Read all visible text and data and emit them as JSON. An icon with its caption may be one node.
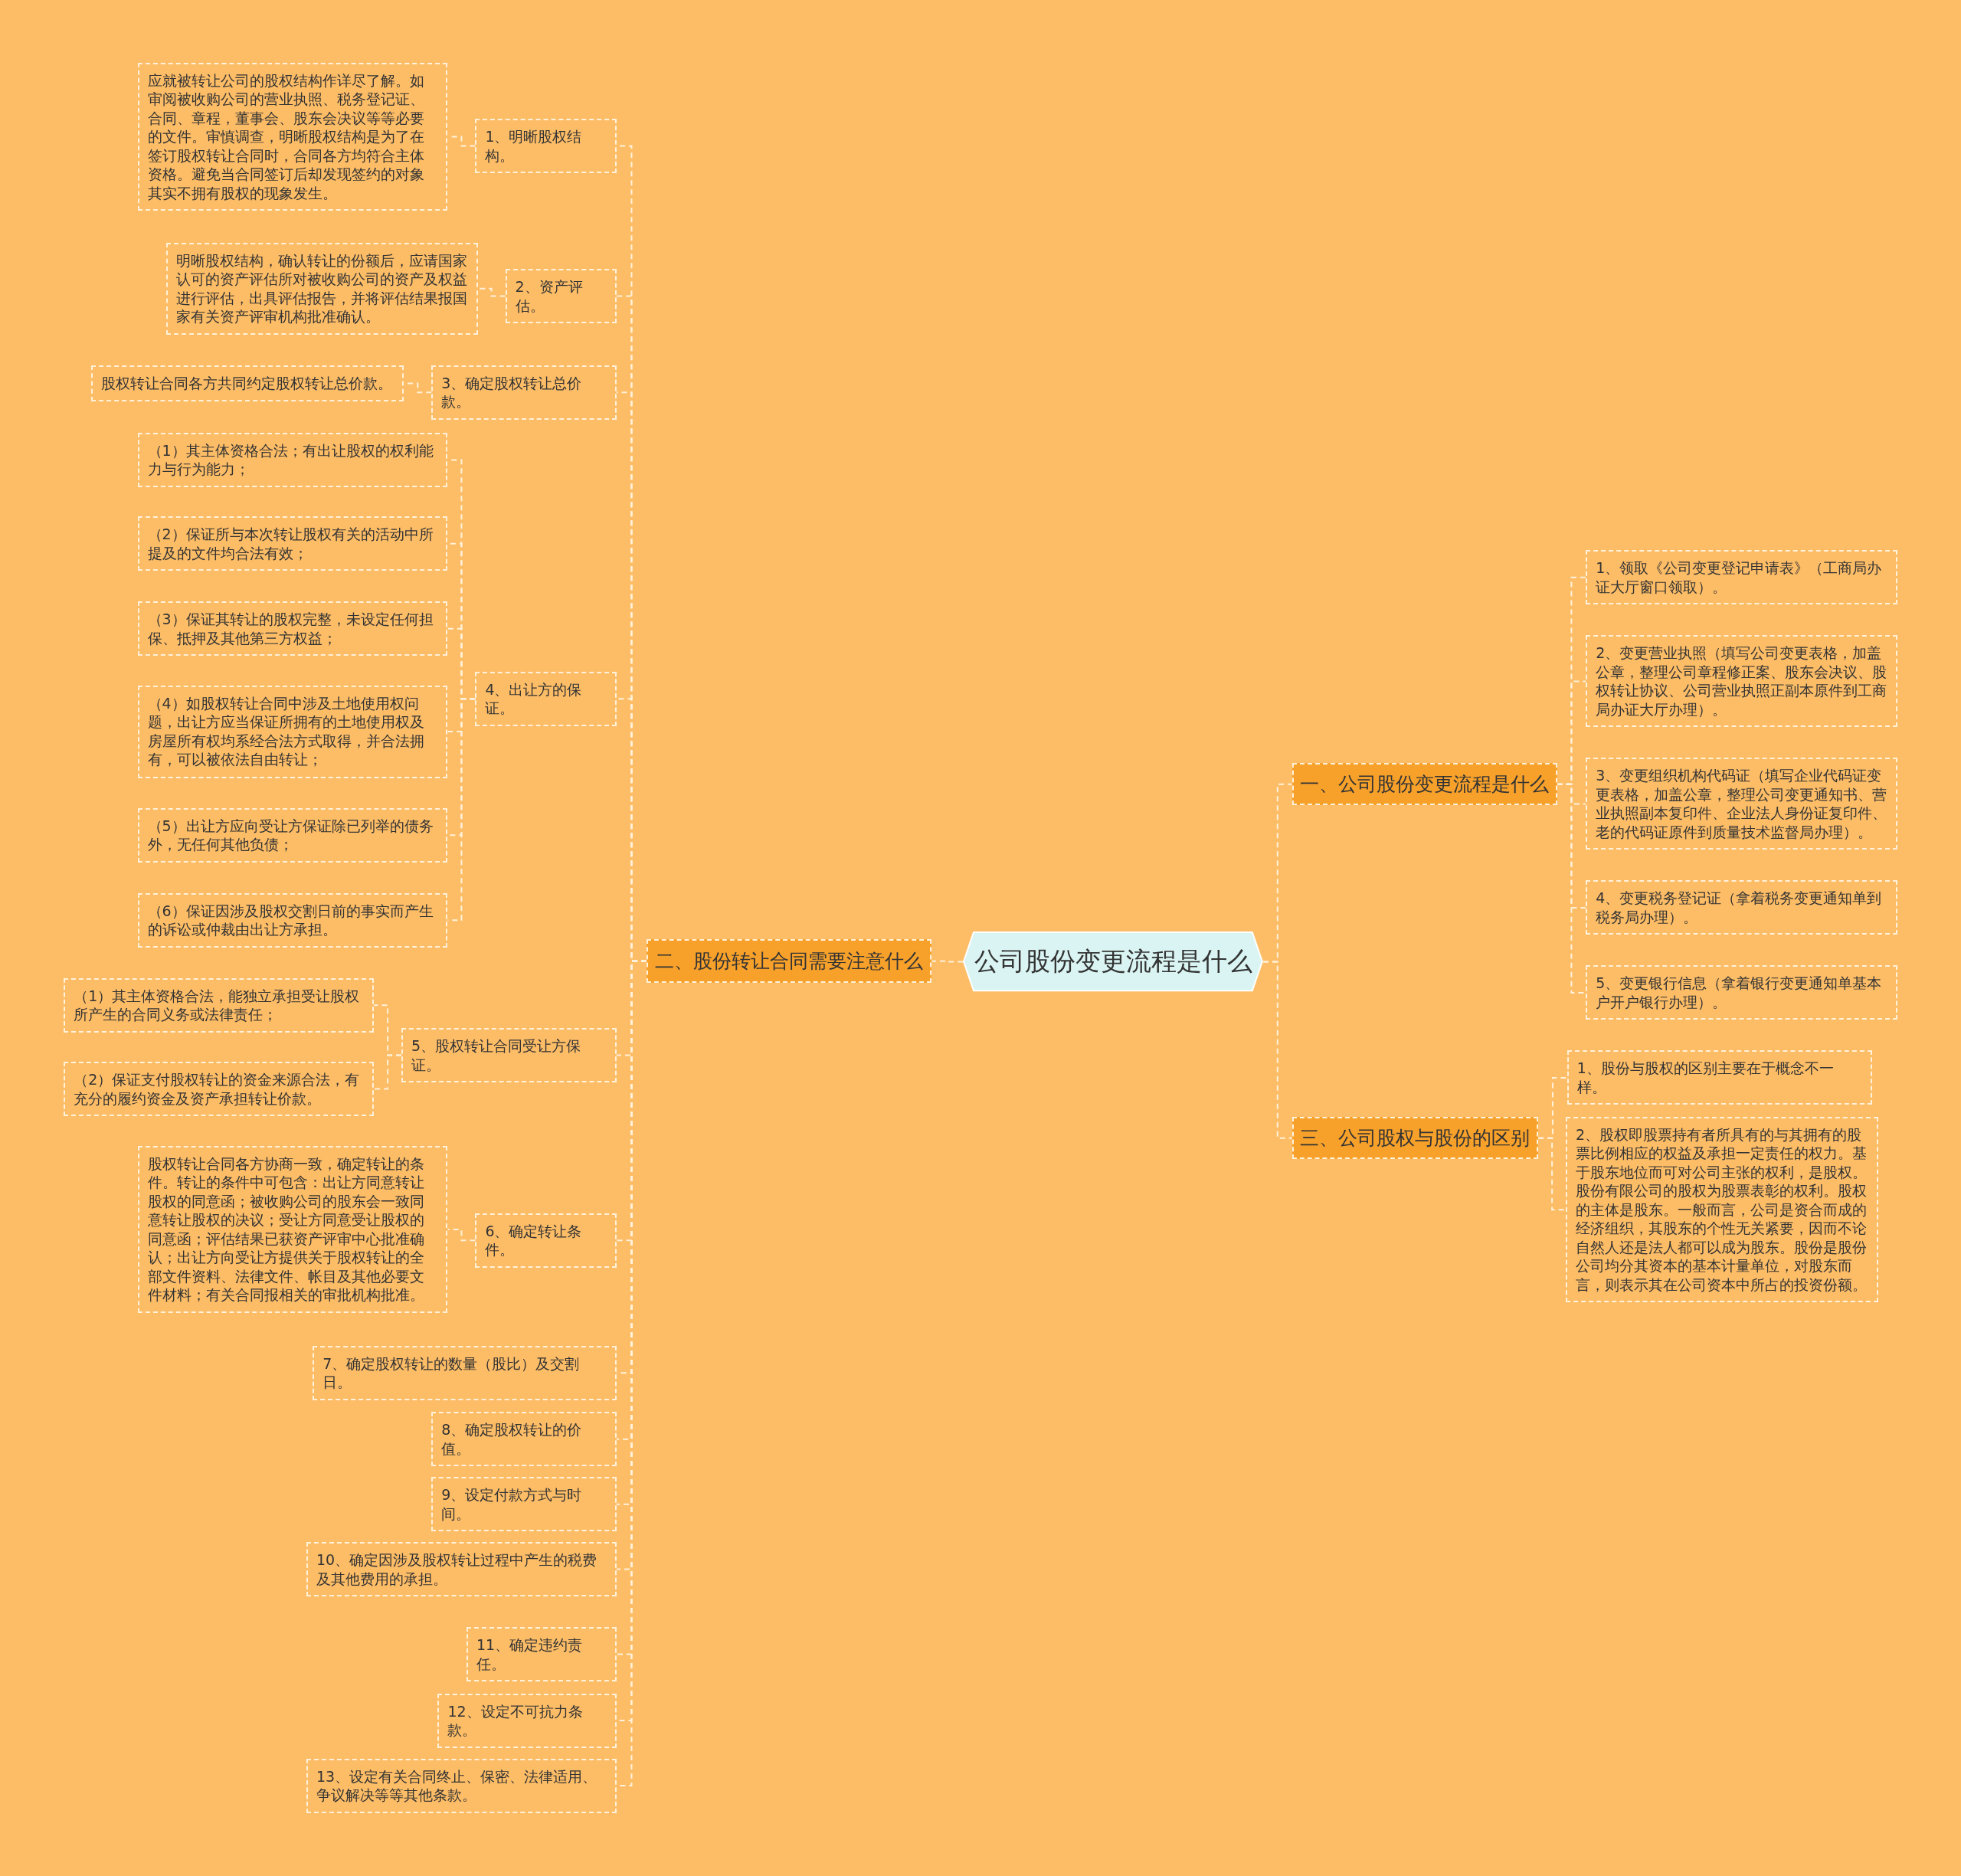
{
  "diagram": {
    "nodes": [
      {
        "text": [
          "公司股份变更流程是什么"
        ]
      },
      {
        "text": [
          "一、公司股份变更流程是什么"
        ]
      },
      {
        "text": [
          "1、领取《公司变更登记申请表》（工商局办证大厅窗口领取）。"
        ]
      },
      {
        "text": [
          "2、变更营业执照（填写公司变更表格，加盖公章，整理公司章程修正案、股东会决议、股权转让协议、公司营业执照正副本原件到工商局办证大厅办理）。"
        ]
      },
      {
        "text": [
          "3、变更组织机构代码证（填写企业代码证变更表格，加盖公章，整理公司变更通知书、营业执照副本复印件、企业法人身份证复印件、老的代码证原件到质量技术监督局办理）。"
        ]
      },
      {
        "text": [
          "4、变更税务登记证（拿着税务变更通知单到税务局办理）。"
        ]
      },
      {
        "text": [
          "5、变更银行信息（拿着银行变更通知单基本户开户银行办理）。"
        ]
      },
      {
        "text": [
          "二、股份转让合同需要注意什么"
        ]
      },
      {
        "text": [
          "1、明晰股权结构。"
        ]
      },
      {
        "text": [
          "应就被转让公司的股权结构作详尽了解。如审阅被收购公司的营业执照、税务登记证、合同、章程，董事会、股东会决议等等必要的文件。审慎调查，明晰股权结构是为了在签订股权转让合同时，合同各方均符合主体资格。避免当合同签订后却发现签约的对象其实不拥有股权的现象发生。"
        ]
      },
      {
        "text": [
          "2、资产评估。"
        ]
      },
      {
        "text": [
          "明晰股权结构，确认转让的份额后，应请国家认可的资产评估所对被收购公司的资产及权益进行评估，出具评估报告，并将评估结果报国家有关资产评审机构批准确认。"
        ]
      },
      {
        "text": [
          "3、确定股权转让总价款。"
        ]
      },
      {
        "text": [
          "股权转让合同各方共同约定股权转让总价款。"
        ]
      },
      {
        "text": [
          "4、出让方的保证。"
        ]
      },
      {
        "text": [
          "（1）其主体资格合法；有出让股权的权利能力与行为能力；"
        ]
      },
      {
        "text": [
          "（2）保证所与本次转让股权有关的活动中所提及的文件均合法有效；"
        ]
      },
      {
        "text": [
          "（3）保证其转让的股权完整，未设定任何担保、抵押及其他第三方权益；"
        ]
      },
      {
        "text": [
          "（4）如股权转让合同中涉及土地使用权问题，出让方应当保证所拥有的土地使用权及房屋所有权均系经合法方式取得，并合法拥有，可以被依法自由转让；"
        ]
      },
      {
        "text": [
          "（5）出让方应向受让方保证除已列举的债务外，无任何其他负债；"
        ]
      },
      {
        "text": [
          "（6）保证因涉及股权交割日前的事实而产生的诉讼或仲裁由出让方承担。"
        ]
      },
      {
        "text": [
          "5、股权转让合同受让方保证。"
        ]
      },
      {
        "text": [
          "（1）其主体资格合法，能独立承担受让股权所产生的合同义务或法律责任；"
        ]
      },
      {
        "text": [
          "（2）保证支付股权转让的资金来源合法，有充分的履约资金及资产承担转让价款。"
        ]
      },
      {
        "text": [
          "6、确定转让条件。"
        ]
      },
      {
        "text": [
          "股权转让合同各方协商一致，确定转让的条件。转让的条件中可包含：出让方同意转让股权的同意函；被收购公司的股东会一致同意转让股权的决议；受让方同意受让股权的同意函；评估结果已获资产评审中心批准确认；出让方向受让方提供关于股权转让的全部文件资料、法律文件、帐目及其他必要文件材料；有关合同报相关的审批机构批准。"
        ]
      },
      {
        "text": [
          "7、确定股权转让的数量（股比）及交割日。"
        ]
      },
      {
        "text": [
          "8、确定股权转让的价值。"
        ]
      },
      {
        "text": [
          "9、设定付款方式与时间。"
        ]
      },
      {
        "text": [
          "10、确定因涉及股权转让过程中产生的税费及其他费用的承担。"
        ]
      },
      {
        "text": [
          "11、确定违约责任。"
        ]
      },
      {
        "text": [
          "12、设定不可抗力条款。"
        ]
      },
      {
        "text": [
          "13、设定有关合同终止、保密、法律适用、争议解决等等其他条款。"
        ]
      },
      {
        "text": [
          "三、公司股权与股份的区别"
        ]
      },
      {
        "text": [
          "1、股份与股权的区别主要在于概念不一样。"
        ]
      },
      {
        "text": [
          "2、股权即股票持有者所具有的与其拥有的股票比例相应的权益及承担一定责任的权力。基于股东地位而可对公司主张的权利，是股权。股份有限公司的股权为股票表彰的权利。股权的主体是股东。一般而言，公司是资合而成的经济组织，其股东的个性无关紧要，因而不论自然人还是法人都可以成为股东。股份是股份公司均分其资本的基本计量单位，对股东而言，则表示其在公司资本中所占的投资份额。"
        ]
      }
    ],
    "edges": [
      {
        "from": 0,
        "to": 1,
        "arrow": "none"
      },
      {
        "from": 1,
        "to": 2,
        "arrow": "none"
      },
      {
        "from": 1,
        "to": 3,
        "arrow": "none"
      },
      {
        "from": 1,
        "to": 4,
        "arrow": "none"
      },
      {
        "from": 1,
        "to": 5,
        "arrow": "none"
      },
      {
        "from": 1,
        "to": 6,
        "arrow": "none"
      },
      {
        "from": 0,
        "to": 7,
        "arrow": "none"
      },
      {
        "from": 7,
        "to": 8,
        "arrow": "none"
      },
      {
        "from": 8,
        "to": 9,
        "arrow": "none"
      },
      {
        "from": 7,
        "to": 10,
        "arrow": "none"
      },
      {
        "from": 10,
        "to": 11,
        "arrow": "none"
      },
      {
        "from": 7,
        "to": 12,
        "arrow": "none"
      },
      {
        "from": 12,
        "to": 13,
        "arrow": "none"
      },
      {
        "from": 7,
        "to": 14,
        "arrow": "none"
      },
      {
        "from": 14,
        "to": 15,
        "arrow": "none"
      },
      {
        "from": 14,
        "to": 16,
        "arrow": "none"
      },
      {
        "from": 14,
        "to": 17,
        "arrow": "none"
      },
      {
        "from": 14,
        "to": 18,
        "arrow": "none"
      },
      {
        "from": 14,
        "to": 19,
        "arrow": "none"
      },
      {
        "from": 14,
        "to": 20,
        "arrow": "none"
      },
      {
        "from": 7,
        "to": 21,
        "arrow": "none"
      },
      {
        "from": 21,
        "to": 22,
        "arrow": "none"
      },
      {
        "from": 21,
        "to": 23,
        "arrow": "none"
      },
      {
        "from": 7,
        "to": 24,
        "arrow": "none"
      },
      {
        "from": 24,
        "to": 25,
        "arrow": "none"
      },
      {
        "from": 7,
        "to": 26,
        "arrow": "none"
      },
      {
        "from": 7,
        "to": 27,
        "arrow": "none"
      },
      {
        "from": 7,
        "to": 28,
        "arrow": "none"
      },
      {
        "from": 7,
        "to": 29,
        "arrow": "none"
      },
      {
        "from": 7,
        "to": 30,
        "arrow": "none"
      },
      {
        "from": 7,
        "to": 31,
        "arrow": "none"
      },
      {
        "from": 7,
        "to": 32,
        "arrow": "none"
      },
      {
        "from": 0,
        "to": 33,
        "arrow": "none"
      },
      {
        "from": 33,
        "to": 34,
        "arrow": "none"
      },
      {
        "from": 33,
        "to": 35,
        "arrow": "none"
      }
    ]
  }
}
